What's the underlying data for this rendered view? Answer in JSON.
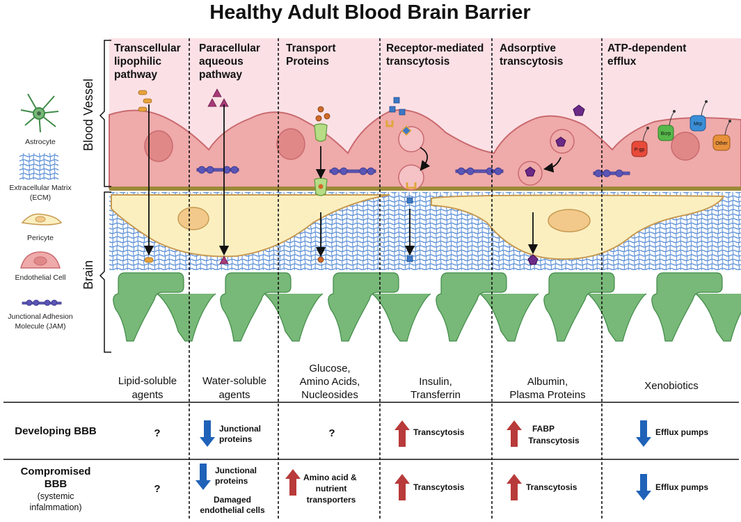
{
  "title": "Healthy Adult Blood Brain Barrier",
  "columns": [
    {
      "l1": "Transcellular",
      "l2": "lipophilic",
      "l3": "pathway"
    },
    {
      "l1": "Paracellular",
      "l2": "aqueous",
      "l3": "pathway"
    },
    {
      "l1": "Transport",
      "l2": "Proteins",
      "l3": ""
    },
    {
      "l1": "Receptor-mediated",
      "l2": "transcytosis",
      "l3": ""
    },
    {
      "l1": "Adsorptive",
      "l2": "transcytosis",
      "l3": ""
    },
    {
      "l1": "ATP-dependent",
      "l2": "efflux",
      "l3": ""
    }
  ],
  "regions": {
    "blood_vessel": "Blood Vessel",
    "brain": "Brain"
  },
  "legend": {
    "astrocyte": "Astrocyte",
    "ecm_l1": "Extracellular Matrix",
    "ecm_l2": "(ECM)",
    "pericyte": "Pericyte",
    "endothelial": "Endothelial Cell",
    "jam_l1": "Junctional Adhesion",
    "jam_l2": "Molecule (JAM)"
  },
  "transporters": {
    "pgp": "P-gp",
    "bcrp": "Bcrp",
    "mrp": "Mrp",
    "other": "Other"
  },
  "cargo": [
    {
      "l1": "Lipid-soluble",
      "l2": "agents",
      "l3": ""
    },
    {
      "l1": "Water-soluble",
      "l2": "agents",
      "l3": ""
    },
    {
      "l1": "Glucose,",
      "l2": "Amino Acids,",
      "l3": "Nucleosides"
    },
    {
      "l1": "Insulin,",
      "l2": "Transferrin",
      "l3": ""
    },
    {
      "l1": "Albumin,",
      "l2": "Plasma Proteins",
      "l3": ""
    },
    {
      "l1": "Xenobiotics",
      "l2": "",
      "l3": ""
    }
  ],
  "rows": {
    "developing": {
      "label": "Developing BBB",
      "cells": [
        {
          "arrow": "",
          "l1": "?",
          "l2": ""
        },
        {
          "arrow": "down",
          "l1": "Junctional",
          "l2": "proteins"
        },
        {
          "arrow": "",
          "l1": "?",
          "l2": ""
        },
        {
          "arrow": "up",
          "l1": "Transcytosis",
          "l2": ""
        },
        {
          "arrow": "up",
          "l1": "FABP",
          "l2": "Transcytosis"
        },
        {
          "arrow": "down",
          "l1": "Efflux pumps",
          "l2": ""
        }
      ]
    },
    "compromised": {
      "l1": "Compromised",
      "l2": "BBB",
      "l3": "(systemic",
      "l4": "infalmmation)",
      "cells": [
        {
          "arrow": "",
          "l1": "?",
          "l2": "",
          "l3": ""
        },
        {
          "arrow": "down",
          "l1": "Junctional",
          "l2": "proteins",
          "extra1": "Damaged",
          "extra2": "endothelial cells"
        },
        {
          "arrow": "up",
          "l1": "Amino acid &",
          "l2": "nutrient",
          "l3": "transporters"
        },
        {
          "arrow": "up",
          "l1": "Transcytosis",
          "l2": ""
        },
        {
          "arrow": "up",
          "l1": "Transcytosis",
          "l2": ""
        },
        {
          "arrow": "down",
          "l1": "Efflux pumps",
          "l2": ""
        }
      ]
    }
  },
  "colors": {
    "vessel_bg": "#fbe1e6",
    "endothelial": "#efaaaa",
    "endothelial_edge": "#c96a6e",
    "nucleus": "#e08888",
    "pericyte": "#fbefc0",
    "pericyte_edge": "#c79a52",
    "ecm": "#5b8fd6",
    "astrocyte": "#78b878",
    "astrocyte_edge": "#3f8a48",
    "jam": "#5a55b5",
    "lipid": "#e8a23a",
    "triangle": "#a83a78",
    "receptor": "#e0a63a",
    "square": "#3d78c6",
    "pentagon": "#6a2a86",
    "up_arrow": "#b83a3a",
    "down_arrow": "#1f62b8"
  }
}
